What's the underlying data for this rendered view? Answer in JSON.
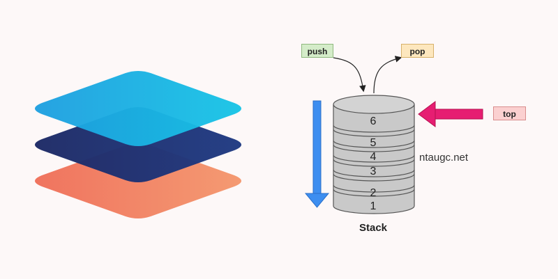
{
  "diagram": {
    "labels": {
      "push": "push",
      "pop": "pop",
      "top": "top"
    },
    "stack_items": [
      "6",
      "5",
      "4",
      "3",
      "2",
      "1"
    ],
    "caption": "Stack",
    "watermark": "ntaugc.net"
  },
  "colors": {
    "layer_top": "#1ab6e3",
    "layer_middle": "#1d2e6b",
    "layer_bottom": "#f08667",
    "down_arrow": "#3d8ef0",
    "top_arrow": "#e61e72",
    "stack_fill": "#c9c9c9"
  }
}
